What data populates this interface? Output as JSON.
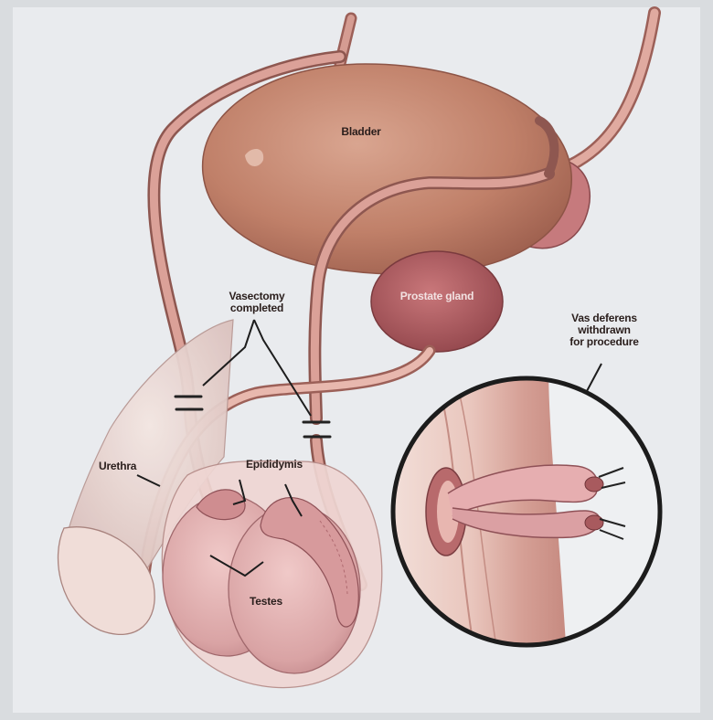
{
  "labels": {
    "bladder": "Bladder",
    "prostate": "Prostate gland",
    "vasectomy_line1": "Vasectomy",
    "vasectomy_line2": "completed",
    "vas_line1": "Vas deferens",
    "vas_line2": "withdrawn",
    "vas_line3": "for procedure",
    "urethra": "Urethra",
    "epididymis": "Epididymis",
    "testes": "Testes"
  },
  "colors": {
    "background": "#d9dcdf",
    "panel": "#e9ebee",
    "bladder": "#c48a72",
    "prostate": "#a85a5e",
    "tissue_pink": "#e0b0ae",
    "vas": "#c98a82",
    "inset_ring": "#1c1c1c"
  }
}
